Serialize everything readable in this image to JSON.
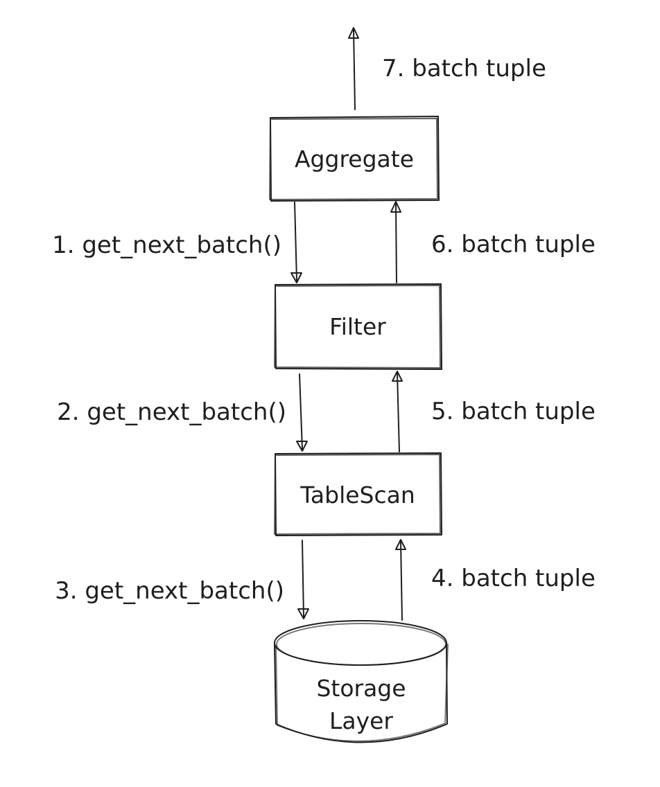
{
  "nodes": {
    "aggregate": {
      "label": "Aggregate"
    },
    "filter": {
      "label": "Filter"
    },
    "tablescan": {
      "label": "TableScan"
    },
    "storage": {
      "label_line1": "Storage",
      "label_line2": "Layer"
    }
  },
  "edges": {
    "step1": {
      "label": "1. get_next_batch()"
    },
    "step2": {
      "label": "2. get_next_batch()"
    },
    "step3": {
      "label": "3. get_next_batch()"
    },
    "step4": {
      "label": "4. batch tuple"
    },
    "step5": {
      "label": "5. batch tuple"
    },
    "step6": {
      "label": "6. batch tuple"
    },
    "step7": {
      "label": "7. batch tuple"
    }
  }
}
